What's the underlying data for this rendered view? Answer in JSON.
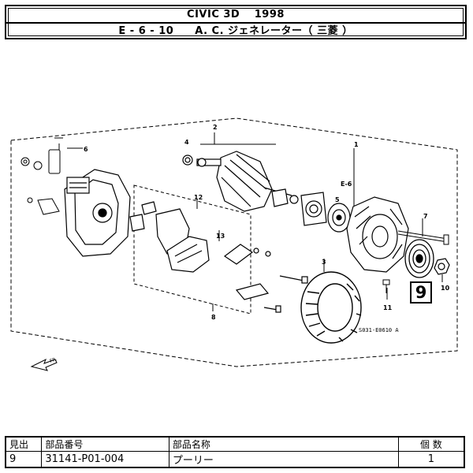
{
  "header": {
    "model": "CIVIC 3D　 1998",
    "section": "E - 6 - 10　　A. C. ジェネレーター（ 三菱 ）"
  },
  "diagram": {
    "callouts": [
      "1",
      "2",
      "3",
      "4",
      "5",
      "6",
      "7",
      "8",
      "10",
      "11",
      "12",
      "13"
    ],
    "ref_label": "E-6",
    "fr_label": "FR.",
    "drawing_code": "S031-E0610 A",
    "highlight_callout": "9"
  },
  "parts_table": {
    "headers": [
      "見出",
      "部品番号",
      "部品名称",
      "個 数"
    ],
    "rows": [
      {
        "ref": "9",
        "part_number": "31141-P01-004",
        "name": "プーリー",
        "qty": "1"
      }
    ]
  }
}
